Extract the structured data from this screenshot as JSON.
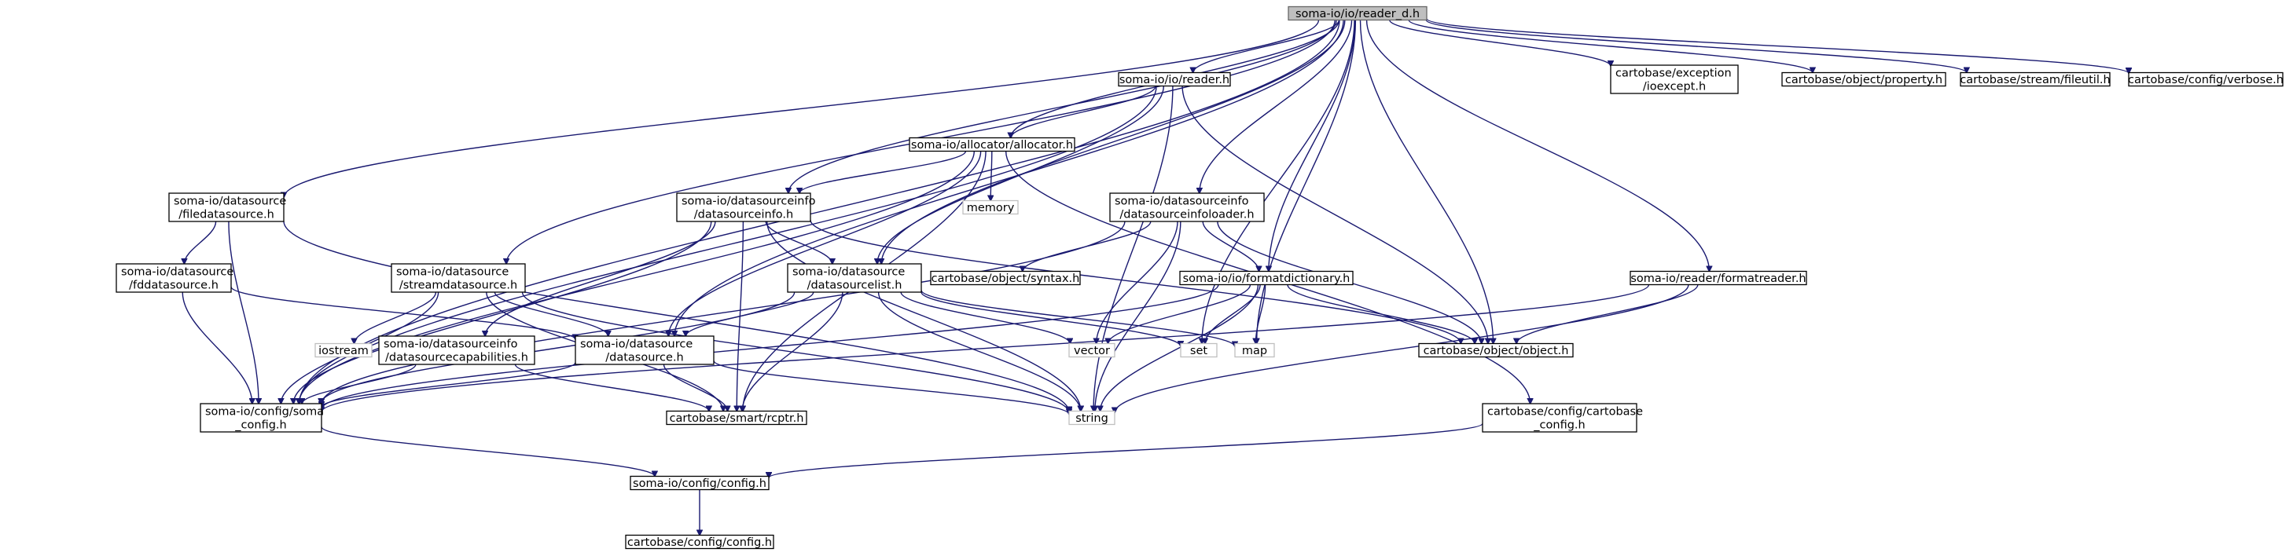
{
  "nodes": [
    {
      "id": "root",
      "lines": [
        "soma-io/io/reader_d.h"
      ],
      "kind": "root"
    },
    {
      "id": "reader",
      "lines": [
        "soma-io/io/reader.h"
      ],
      "kind": "file"
    },
    {
      "id": "ioexcept",
      "lines": [
        "cartobase/exception",
        "/ioexcept.h"
      ],
      "kind": "file"
    },
    {
      "id": "property",
      "lines": [
        "cartobase/object/property.h"
      ],
      "kind": "file"
    },
    {
      "id": "fileutil",
      "lines": [
        "cartobase/stream/fileutil.h"
      ],
      "kind": "file"
    },
    {
      "id": "verbose",
      "lines": [
        "cartobase/config/verbose.h"
      ],
      "kind": "file"
    },
    {
      "id": "allocator",
      "lines": [
        "soma-io/allocator/allocator.h"
      ],
      "kind": "file"
    },
    {
      "id": "memory",
      "lines": [
        "memory"
      ],
      "kind": "ext"
    },
    {
      "id": "filedatasource",
      "lines": [
        "soma-io/datasource",
        "/filedatasource.h"
      ],
      "kind": "file"
    },
    {
      "id": "dsinfo",
      "lines": [
        "soma-io/datasourceinfo",
        "/datasourceinfo.h"
      ],
      "kind": "file"
    },
    {
      "id": "dsinfoloader",
      "lines": [
        "soma-io/datasourceinfo",
        "/datasourceinfoloader.h"
      ],
      "kind": "file"
    },
    {
      "id": "fddatasource",
      "lines": [
        "soma-io/datasource",
        "/fddatasource.h"
      ],
      "kind": "file"
    },
    {
      "id": "streamds",
      "lines": [
        "soma-io/datasource",
        "/streamdatasource.h"
      ],
      "kind": "file"
    },
    {
      "id": "dslist",
      "lines": [
        "soma-io/datasource",
        "/datasourcelist.h"
      ],
      "kind": "file"
    },
    {
      "id": "syntax",
      "lines": [
        "cartobase/object/syntax.h"
      ],
      "kind": "file"
    },
    {
      "id": "formatdict",
      "lines": [
        "soma-io/io/formatdictionary.h"
      ],
      "kind": "file"
    },
    {
      "id": "formatreader",
      "lines": [
        "soma-io/reader/formatreader.h"
      ],
      "kind": "file"
    },
    {
      "id": "iostream",
      "lines": [
        "iostream"
      ],
      "kind": "ext"
    },
    {
      "id": "dscap",
      "lines": [
        "soma-io/datasourceinfo",
        "/datasourcecapabilities.h"
      ],
      "kind": "file"
    },
    {
      "id": "datasource",
      "lines": [
        "soma-io/datasource",
        "/datasource.h"
      ],
      "kind": "file"
    },
    {
      "id": "vector",
      "lines": [
        "vector"
      ],
      "kind": "ext"
    },
    {
      "id": "set",
      "lines": [
        "set"
      ],
      "kind": "ext"
    },
    {
      "id": "map",
      "lines": [
        "map"
      ],
      "kind": "ext"
    },
    {
      "id": "object",
      "lines": [
        "cartobase/object/object.h"
      ],
      "kind": "file"
    },
    {
      "id": "somaconfig",
      "lines": [
        "soma-io/config/soma",
        "_config.h"
      ],
      "kind": "file"
    },
    {
      "id": "rcptr",
      "lines": [
        "cartobase/smart/rcptr.h"
      ],
      "kind": "file"
    },
    {
      "id": "string",
      "lines": [
        "string"
      ],
      "kind": "ext"
    },
    {
      "id": "cbconfig",
      "lines": [
        "cartobase/config/cartobase",
        "_config.h"
      ],
      "kind": "file"
    },
    {
      "id": "config",
      "lines": [
        "soma-io/config/config.h"
      ],
      "kind": "file"
    },
    {
      "id": "cbconfigconfig",
      "lines": [
        "cartobase/config/config.h"
      ],
      "kind": "file"
    }
  ],
  "edges": [
    [
      "root",
      "reader"
    ],
    [
      "root",
      "ioexcept"
    ],
    [
      "root",
      "property"
    ],
    [
      "root",
      "fileutil"
    ],
    [
      "root",
      "verbose"
    ],
    [
      "root",
      "allocator"
    ],
    [
      "root",
      "filedatasource"
    ],
    [
      "root",
      "dsinfo"
    ],
    [
      "root",
      "dsinfoloader"
    ],
    [
      "root",
      "streamds"
    ],
    [
      "root",
      "dslist"
    ],
    [
      "root",
      "formatdict"
    ],
    [
      "root",
      "formatreader"
    ],
    [
      "root",
      "datasource"
    ],
    [
      "root",
      "set"
    ],
    [
      "root",
      "map"
    ],
    [
      "root",
      "object"
    ],
    [
      "root",
      "somaconfig"
    ],
    [
      "reader",
      "allocator"
    ],
    [
      "reader",
      "dslist"
    ],
    [
      "reader",
      "object"
    ],
    [
      "reader",
      "string"
    ],
    [
      "reader",
      "somaconfig"
    ],
    [
      "allocator",
      "memory"
    ],
    [
      "allocator",
      "dsinfo"
    ],
    [
      "allocator",
      "datasource"
    ],
    [
      "allocator",
      "somaconfig"
    ],
    [
      "allocator",
      "rcptr"
    ],
    [
      "allocator",
      "cbconfig"
    ],
    [
      "filedatasource",
      "fddatasource"
    ],
    [
      "filedatasource",
      "somaconfig"
    ],
    [
      "filedatasource",
      "string"
    ],
    [
      "dsinfo",
      "dslist"
    ],
    [
      "dsinfo",
      "dscap"
    ],
    [
      "dsinfo",
      "somaconfig"
    ],
    [
      "dsinfo",
      "rcptr"
    ],
    [
      "dsinfo",
      "object"
    ],
    [
      "dsinfo",
      "string"
    ],
    [
      "dsinfoloader",
      "syntax"
    ],
    [
      "dsinfoloader",
      "formatdict"
    ],
    [
      "dsinfoloader",
      "object"
    ],
    [
      "dsinfoloader",
      "vector"
    ],
    [
      "dsinfoloader",
      "string"
    ],
    [
      "dsinfoloader",
      "somaconfig"
    ],
    [
      "fddatasource",
      "datasource"
    ],
    [
      "fddatasource",
      "somaconfig"
    ],
    [
      "streamds",
      "datasource"
    ],
    [
      "streamds",
      "iostream"
    ],
    [
      "streamds",
      "somaconfig"
    ],
    [
      "streamds",
      "rcptr"
    ],
    [
      "streamds",
      "string"
    ],
    [
      "dslist",
      "datasource"
    ],
    [
      "dslist",
      "vector"
    ],
    [
      "dslist",
      "set"
    ],
    [
      "dslist",
      "map"
    ],
    [
      "dslist",
      "string"
    ],
    [
      "dslist",
      "rcptr"
    ],
    [
      "dslist",
      "somaconfig"
    ],
    [
      "formatdict",
      "vector"
    ],
    [
      "formatdict",
      "set"
    ],
    [
      "formatdict",
      "map"
    ],
    [
      "formatdict",
      "object"
    ],
    [
      "formatdict",
      "string"
    ],
    [
      "formatdict",
      "somaconfig"
    ],
    [
      "formatreader",
      "object"
    ],
    [
      "formatreader",
      "string"
    ],
    [
      "formatreader",
      "somaconfig"
    ],
    [
      "dscap",
      "somaconfig"
    ],
    [
      "dscap",
      "rcptr"
    ],
    [
      "datasource",
      "somaconfig"
    ],
    [
      "datasource",
      "rcptr"
    ],
    [
      "datasource",
      "string"
    ],
    [
      "somaconfig",
      "config"
    ],
    [
      "cbconfig",
      "config"
    ],
    [
      "config",
      "cbconfigconfig"
    ]
  ]
}
